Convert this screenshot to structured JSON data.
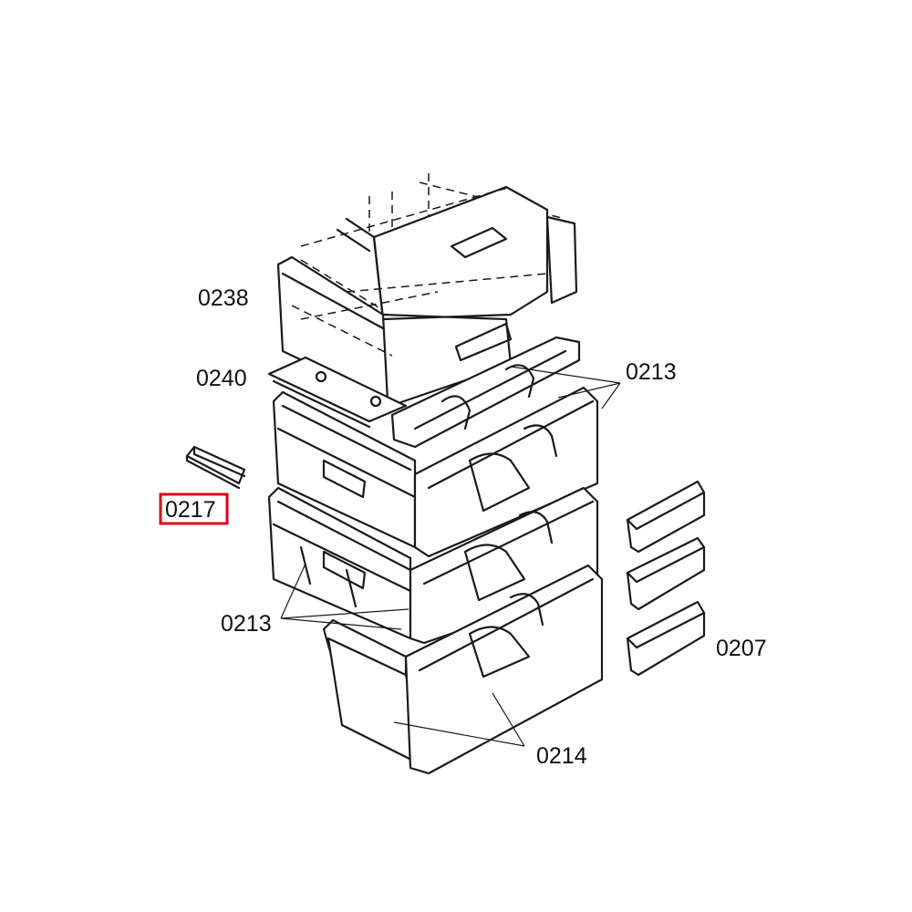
{
  "diagram": {
    "callouts": [
      {
        "id": "0238",
        "label": "0238",
        "highlighted": false
      },
      {
        "id": "0240",
        "label": "0240",
        "highlighted": false
      },
      {
        "id": "0213-top",
        "label": "0213",
        "highlighted": false
      },
      {
        "id": "0217",
        "label": "0217",
        "highlighted": true
      },
      {
        "id": "0213-bottom",
        "label": "0213",
        "highlighted": false
      },
      {
        "id": "0207",
        "label": "0207",
        "highlighted": false
      },
      {
        "id": "0214",
        "label": "0214",
        "highlighted": false
      }
    ],
    "highlight_color": "#e2001a",
    "line_color": "#1a1a1a"
  }
}
